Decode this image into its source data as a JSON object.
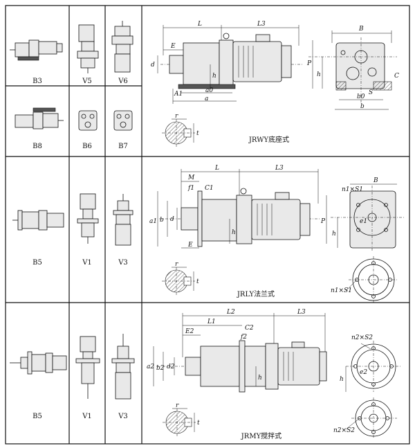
{
  "rows": [
    {
      "mounts": [
        "B3",
        "V5",
        "V6",
        "B8",
        "B6",
        "B7"
      ],
      "title": "JRWY底座式",
      "front_dims": [
        "L",
        "L3",
        "E",
        "d",
        "h",
        "A1",
        "a0",
        "a"
      ],
      "side_dims": [
        "B",
        "P",
        "h",
        "C",
        "S",
        "b0",
        "b"
      ],
      "key_dims": [
        "r",
        "t"
      ]
    },
    {
      "mounts": [
        "B5",
        "V1",
        "V3"
      ],
      "title": "JRLY法兰式",
      "front_dims": [
        "M",
        "L",
        "L3",
        "f1",
        "C1",
        "a1",
        "b",
        "d",
        "h",
        "E"
      ],
      "side_dims": [
        "n1×S1",
        "B",
        "e1",
        "P",
        "h",
        "n1×S1"
      ],
      "key_dims": [
        "r",
        "t"
      ]
    },
    {
      "mounts": [
        "B5",
        "V1",
        "V3"
      ],
      "title": "JRMY搅拌式",
      "front_dims": [
        "L2",
        "L3",
        "L1",
        "C2",
        "E2",
        "f2",
        "a2",
        "b2",
        "d2",
        "h"
      ],
      "side_dims": [
        "n2×S2",
        "e2",
        "h",
        "n2×S2"
      ],
      "key_dims": [
        "r",
        "t"
      ]
    }
  ]
}
